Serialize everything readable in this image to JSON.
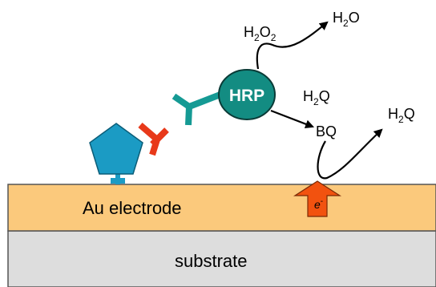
{
  "layers": {
    "electrode": {
      "label": "Au electrode",
      "color": "#fbc97c"
    },
    "substrate": {
      "label": "substrate",
      "color": "#dddddd"
    }
  },
  "enzyme": {
    "label": "HRP",
    "color": "#138c82"
  },
  "species": {
    "h2o2": {
      "base": "H",
      "sub": "2",
      "mid": "O",
      "sub2": "2"
    },
    "h2o_top": {
      "base": "H",
      "sub": "2",
      "mid": "O"
    },
    "h2q_left": {
      "base": "H",
      "sub": "2",
      "mid": "Q"
    },
    "bq": {
      "label": "BQ"
    },
    "h2q_right": {
      "base": "H",
      "sub": "2",
      "mid": "Q"
    },
    "electron": {
      "base": "e",
      "sup": "-"
    }
  },
  "colors": {
    "pentagon": "#1b9bc4",
    "antibody_primary": "#e8391a",
    "antibody_secondary": "#159a94",
    "electron_arrow": "#f2520f",
    "arrows": "#000000"
  }
}
